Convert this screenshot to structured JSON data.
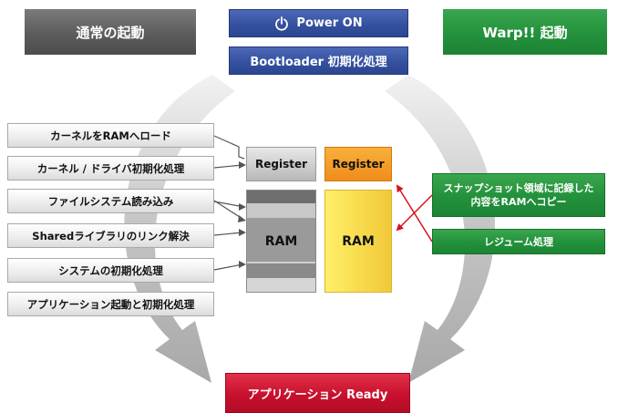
{
  "headers": {
    "normal": "通常の起動",
    "warp": "Warp!! 起動"
  },
  "center": {
    "power_on": "Power ON",
    "bootloader": "Bootloader 初期化処理",
    "ready": "アプリケーション Ready"
  },
  "steps": [
    "カーネルをRAMへロード",
    "カーネル / ドライバ初期化処理",
    "ファイルシステム読み込み",
    "Sharedライブラリのリンク解決",
    "システムの初期化処理",
    "アプリケーション起動と初期化処理"
  ],
  "memory": {
    "register_normal": "Register",
    "ram_normal": "RAM",
    "register_warp": "Register",
    "ram_warp": "RAM"
  },
  "warp_steps": {
    "snapshot": "スナップショット領域に記録した\n内容をRAMへコピー",
    "resume": "レジューム処理"
  },
  "colors": {
    "normal_header": "#5c5c5c",
    "warp_header": "#23913b",
    "blue_box": "#35519f",
    "ready_box": "#c8102e",
    "register_warp": "#f39c26",
    "ram_warp": "#f7d84a",
    "arrow_red": "#d7131f",
    "flow_arrow": "#bdbdbd"
  },
  "icons": {
    "power": "power-icon"
  }
}
